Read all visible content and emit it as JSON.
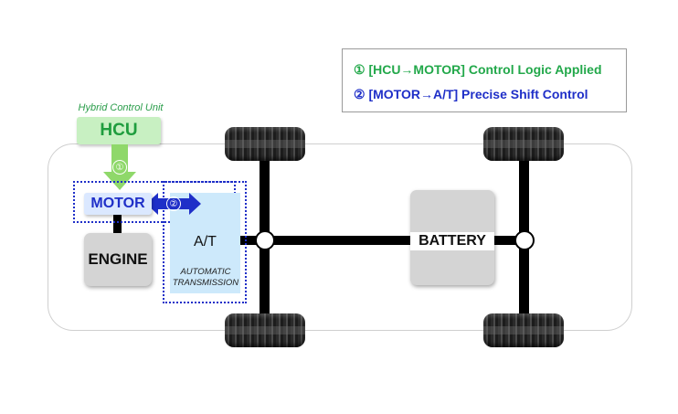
{
  "legend": {
    "line1": "① [HCU→MOTOR] Control Logic Applied",
    "line2": "② [MOTOR→A/T] Precise Shift Control"
  },
  "hcu": {
    "caption": "Hybrid Control Unit",
    "label": "HCU",
    "step": "①"
  },
  "motor": {
    "label": "MOTOR",
    "step": "②"
  },
  "engine": {
    "label": "ENGINE"
  },
  "transmission": {
    "label": "A/T",
    "sub_line1": "AUTOMATIC",
    "sub_line2": "TRANSMISSION"
  },
  "battery": {
    "label": "BATTERY"
  },
  "colors": {
    "green": "#22a84a",
    "blue": "#1f2fc8",
    "light_green": "#c8f0c2",
    "light_blue": "#cde9fb",
    "grey": "#d4d4d4"
  }
}
